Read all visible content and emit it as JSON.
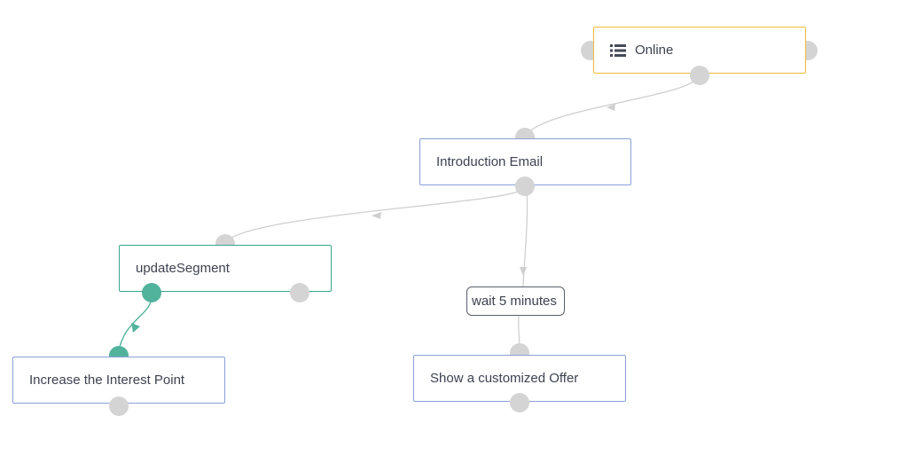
{
  "nodes": {
    "online": {
      "label": "Online",
      "icon": "list-icon"
    },
    "introduction_email": {
      "label": "Introduction Email"
    },
    "update_segment": {
      "label": "updateSegment"
    },
    "increase_interest": {
      "label": "Increase the Interest Point"
    },
    "customized_offer": {
      "label": "Show a customized Offer"
    }
  },
  "delay": {
    "label": "wait 5 minutes"
  },
  "colors": {
    "start_border": "#f0bd3c",
    "node_border": "#8aa0d6",
    "segment_border": "#3aa58d",
    "port_idle": "#d4d4d4",
    "port_active": "#52b39d",
    "edge_idle": "#cfcfcf",
    "edge_active": "#52b39d"
  }
}
